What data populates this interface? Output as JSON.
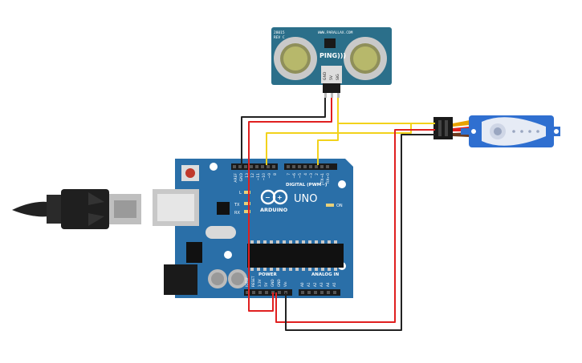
{
  "sensor": {
    "part_no": "28015",
    "rev": "REV C",
    "website": "WWW.PARALLAX.COM",
    "label": "PING)))",
    "pins": [
      "GND",
      "5V",
      "SIG"
    ]
  },
  "board": {
    "logo_text": "ARDUINO",
    "model": "UNO",
    "aref": "AREF",
    "gnd": "GND",
    "digital_label": "DIGITAL (PWM~)",
    "digital_pins": [
      "13",
      "12",
      "~11",
      "~10",
      "~9",
      "8",
      "7",
      "~6",
      "~5",
      "4",
      "~3",
      "2",
      "TX→1",
      "RX←0"
    ],
    "led_l": "L",
    "led_tx": "TX",
    "led_rx": "RX",
    "led_on": "ON",
    "power_label": "POWER",
    "power_pins": [
      "IOREF",
      "RESET",
      "3.3V",
      "5V",
      "GND",
      "GND",
      "Vin"
    ],
    "analog_label": "ANALOG IN",
    "analog_pins": [
      "A0",
      "A1",
      "A2",
      "A3",
      "A4",
      "A5"
    ]
  },
  "colors": {
    "board": "#2a6fa8",
    "board_dark": "#1f5a8c",
    "wire_red": "#e02020",
    "wire_black": "#222222",
    "wire_yellow": "#f2d21b",
    "sensor_board": "#2b6f8a",
    "servo_body": "#2f6fd0"
  }
}
